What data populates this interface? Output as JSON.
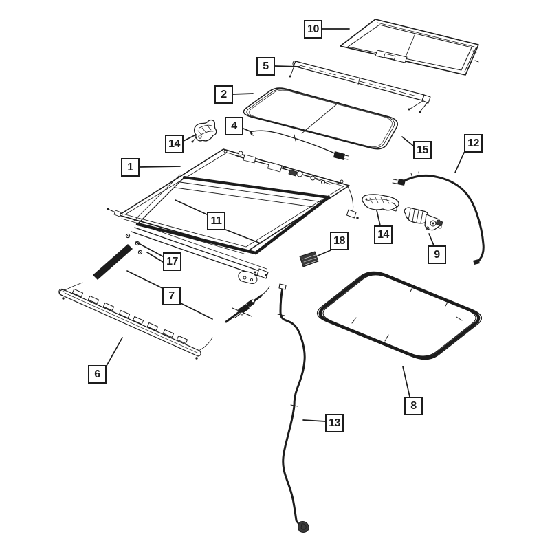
{
  "diagram": {
    "kind": "exploded-parts-diagram",
    "colors": {
      "ink": "#1c1c1c",
      "paper": "#ffffff"
    }
  },
  "callouts": [
    {
      "part": "1"
    },
    {
      "part": "2"
    },
    {
      "part": "4"
    },
    {
      "part": "5"
    },
    {
      "part": "6"
    },
    {
      "part": "7"
    },
    {
      "part": "8"
    },
    {
      "part": "9"
    },
    {
      "part": "10"
    },
    {
      "part": "11"
    },
    {
      "part": "12"
    },
    {
      "part": "13"
    },
    {
      "part": "14"
    },
    {
      "part": "14"
    },
    {
      "part": "15"
    },
    {
      "part": "17"
    },
    {
      "part": "18"
    }
  ]
}
